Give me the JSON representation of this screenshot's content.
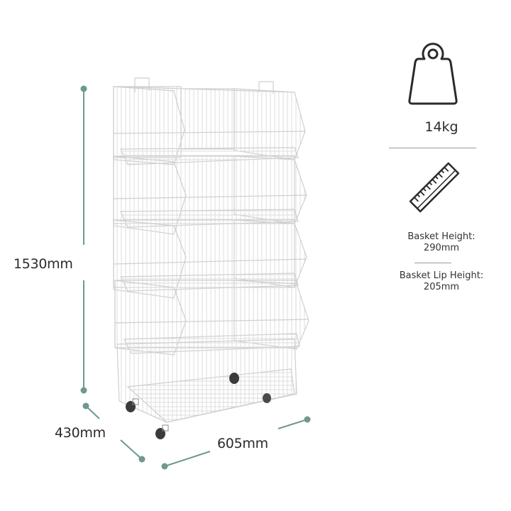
{
  "product": {
    "name": "stacking-wire-basket-unit",
    "baskets": 5,
    "has_castors": true
  },
  "dimensions": {
    "height": "1530mm",
    "depth": "430mm",
    "width": "605mm",
    "line_color": "#6e9890"
  },
  "specs": {
    "weight": {
      "icon": "weight-icon",
      "value": "14kg"
    },
    "measure_icon": "ruler-icon",
    "basket_height": {
      "label": "Basket Height:",
      "value": "290mm"
    },
    "basket_lip_height": {
      "label": "Basket Lip Height:",
      "value": "205mm"
    }
  },
  "colors": {
    "wire": "#d9d9d9",
    "wire_dark": "#bdbdbd",
    "wheel": "#3a3a3a",
    "text": "#2b2b2b",
    "divider": "#9a9a9a"
  }
}
